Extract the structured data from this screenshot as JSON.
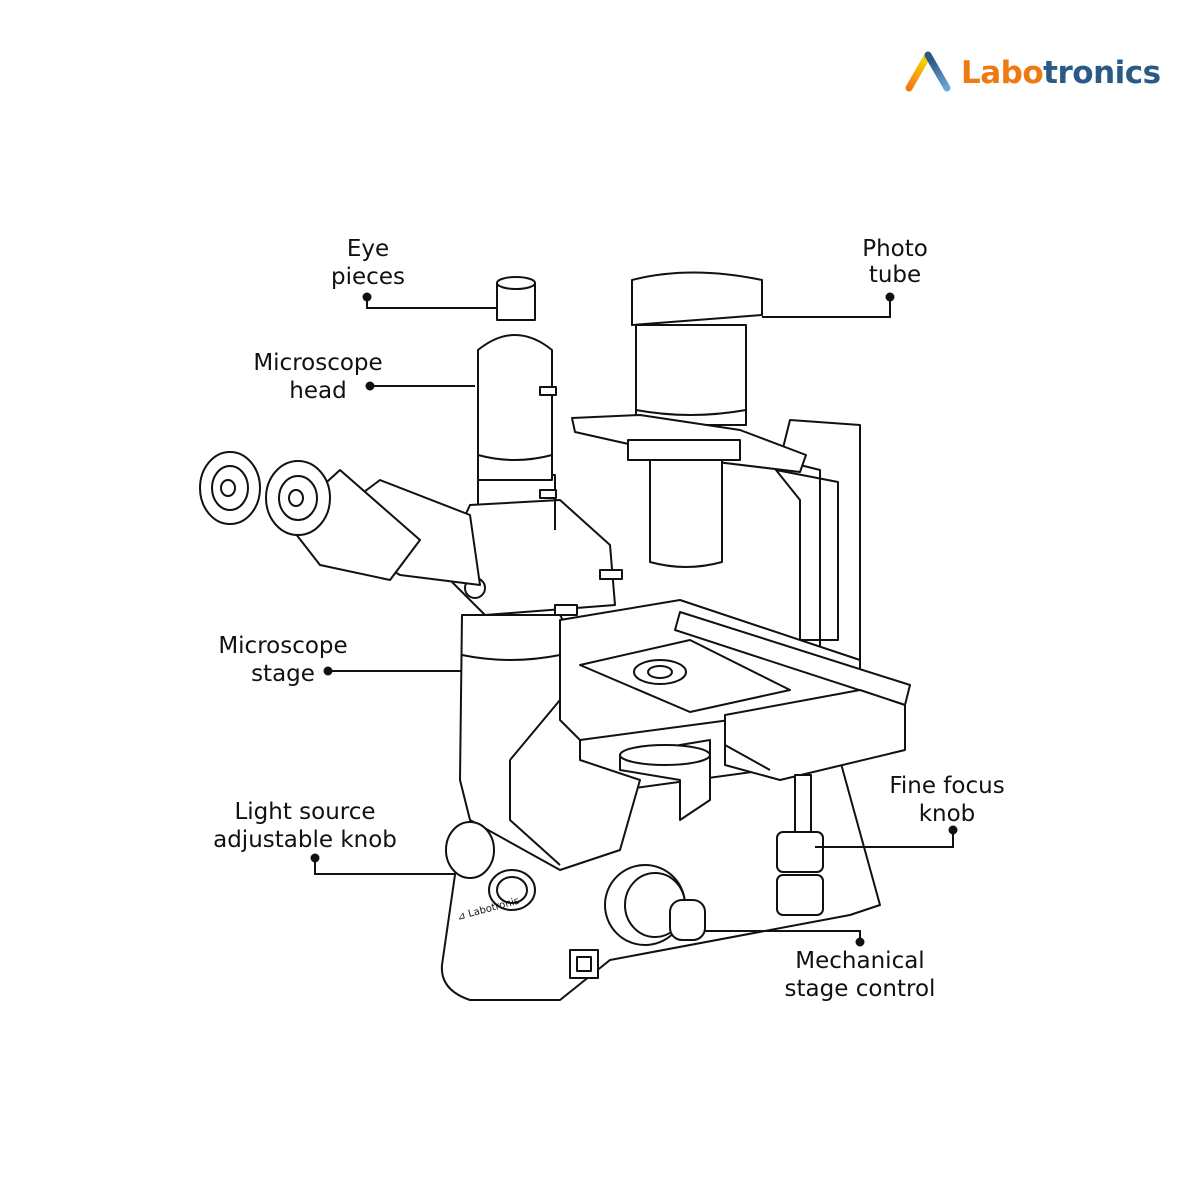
{
  "brand": {
    "name_part1": "Labo",
    "name_part2": "tronics",
    "colors": {
      "orange": "#f07a12",
      "blue": "#2c5a86",
      "yellow": "#f5d000",
      "green": "#4a9b2e",
      "lightblue": "#6aa8d8"
    }
  },
  "labels": {
    "eyepieces": [
      "Eye",
      "pieces"
    ],
    "head": [
      "Microscope",
      "head"
    ],
    "phototube": [
      "Photo",
      "tube"
    ],
    "stage": [
      "Microscope",
      "stage"
    ],
    "light_knob": [
      "Light source",
      "adjustable knob"
    ],
    "fine_focus": [
      "Fine focus",
      "knob"
    ],
    "mech_stage": [
      "Mechanical",
      "stage control"
    ]
  }
}
